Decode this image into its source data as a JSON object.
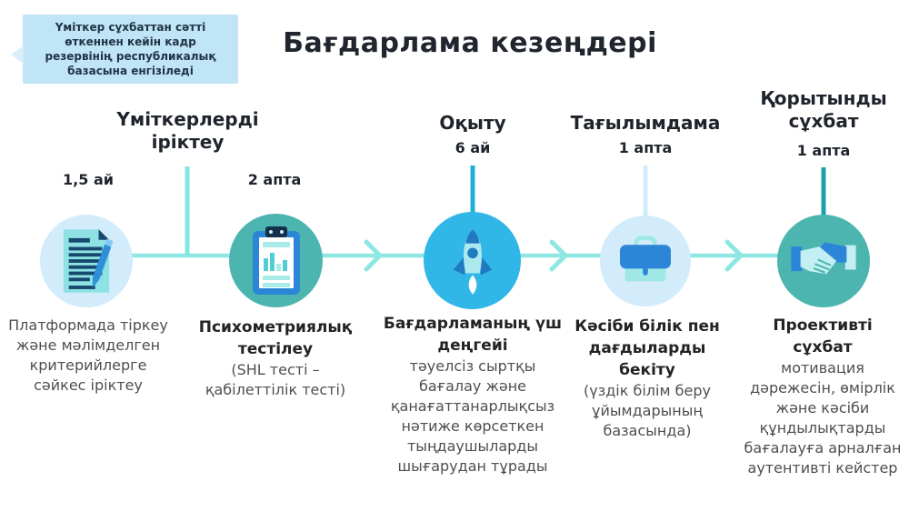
{
  "callout": {
    "text": "Үміткер сұхбаттан сәтті өткеннен кейін кадр резервінің республикалық базасына енгізіледі"
  },
  "title": "Бағдарлама кезеңдері",
  "selection_stage": {
    "heading": "Үміткерлерді іріктеу",
    "substages": [
      {
        "duration": "1,5 ай",
        "icon": "document-pencil-icon",
        "description": "Платформада тіркеу және мәлімделген критерийлерге сәйкес іріктеу"
      },
      {
        "duration": "2 апта",
        "icon": "clipboard-chart-icon",
        "title": "Психометриялық тестілеу",
        "description": "(SHL тесті – қабілеттілік тесті)"
      }
    ]
  },
  "stages": [
    {
      "heading": "Оқыту",
      "duration": "6 ай",
      "icon": "rocket-icon",
      "title": "Бағдарламаның үш деңгейі",
      "description": "тәуелсіз сыртқы бағалау және қанағаттанарлықсыз нәтиже көрсеткен тыңдаушыларды шығарудан тұрады"
    },
    {
      "heading": "Тағылымдама",
      "duration": "1 апта",
      "icon": "briefcase-icon",
      "title": "Кәсіби білік пен дағдыларды бекіту",
      "description": "(үздік білім беру ұйымдарының базасында)"
    },
    {
      "heading": "Қорытынды сұхбат",
      "duration": "1 апта",
      "icon": "handshake-icon",
      "title": "Проективті сұхбат",
      "description": "мотивация дәрежесін, өмірлік және кәсіби құндылықтарды бағалауға арналған аутентивті кейстер"
    }
  ],
  "colors": {
    "callout_bg": "#c0e5f6",
    "callout_text": "#1f3345",
    "title_text": "#20252e",
    "body_text": "#4f4f4f",
    "connector": "#8ee7e2",
    "line_selection": "#82e5e0",
    "line_training": "#1fb0d8",
    "line_internship": "#cfeef8",
    "line_final": "#1da0ad",
    "circle_light_blue": "#d2ecfb",
    "circle_teal": "#4cb5b0",
    "circle_cyan": "#30b7e8",
    "icon_blue": "#2b86d8",
    "icon_navy": "#17496e",
    "icon_aqua": "#a9ebe9"
  }
}
